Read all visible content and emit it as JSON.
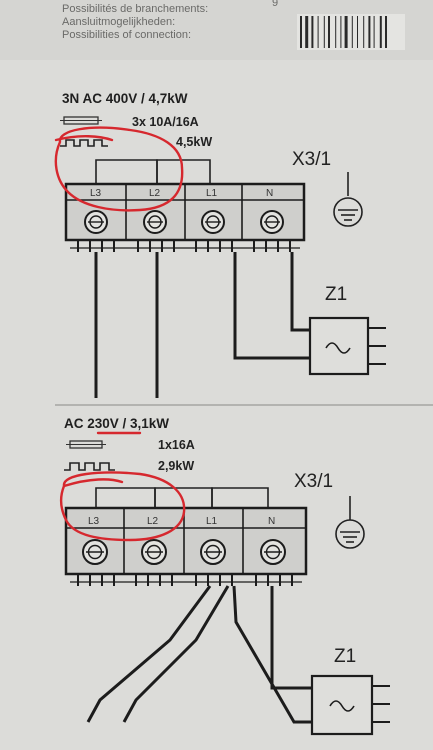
{
  "header": {
    "lines": [
      "Possibilités de branchements:",
      "Aansluitmogelijkheden:",
      "Possibilities of connection:"
    ],
    "code": "9"
  },
  "sections": [
    {
      "spec_main": "3N AC 400V / 4,7kW",
      "spec_fuse": "3x 10A/16A",
      "spec_power": "4,5kW",
      "terminal_id": "X3/1",
      "component_id": "Z1",
      "terminals": [
        "L3",
        "L2",
        "L1",
        "N"
      ]
    },
    {
      "spec_main": "AC 230V / 3,1kW",
      "spec_fuse": "1x16A",
      "spec_power": "2,9kW",
      "terminal_id": "X3/1",
      "component_id": "Z1",
      "terminals": [
        "L3",
        "L2",
        "L1",
        "N"
      ]
    }
  ],
  "colors": {
    "paper": "#d9d9d6",
    "ink": "#1f1f1f",
    "annotation": "#d6282e"
  }
}
